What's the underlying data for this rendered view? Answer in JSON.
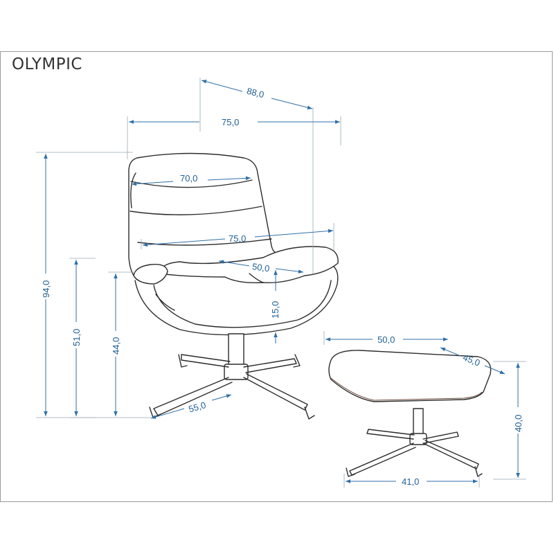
{
  "product": {
    "title": "OLYMPIC"
  },
  "dimensions": {
    "chair_depth_88": "88,0",
    "chair_width_75": "75,0",
    "backrest_width_70": "70,0",
    "seat_width_75": "75,0",
    "seat_depth_50": "50,0",
    "cushion_height_15": "15,0",
    "total_height_94": "94,0",
    "armrest_height_51": "51,0",
    "seat_height_44": "44,0",
    "base_55": "55,0",
    "ottoman_width_50": "50,0",
    "ottoman_depth_45": "45,0",
    "ottoman_height_40": "40,0",
    "ottoman_base_41": "41,0"
  },
  "colors": {
    "dimension": "#2f6fa8",
    "outline": "#2b2b2b",
    "frame": "#9a9a9a"
  }
}
